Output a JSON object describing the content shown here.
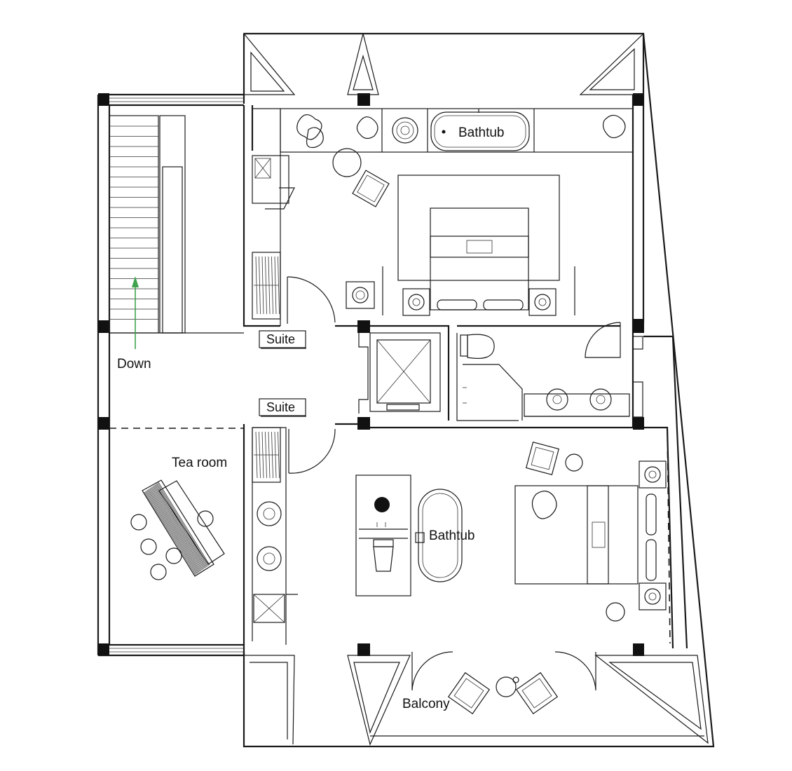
{
  "labels": {
    "bathtub_top": "Bathtub",
    "bathtub_bottom": "Bathtub",
    "suite_top": "Suite",
    "suite_bottom": "Suite",
    "down": "Down",
    "tea_room": "Tea room",
    "balcony": "Balcony"
  },
  "colors": {
    "line": "#1a1a1a",
    "arrow": "#3fa34d",
    "background": "#ffffff"
  }
}
